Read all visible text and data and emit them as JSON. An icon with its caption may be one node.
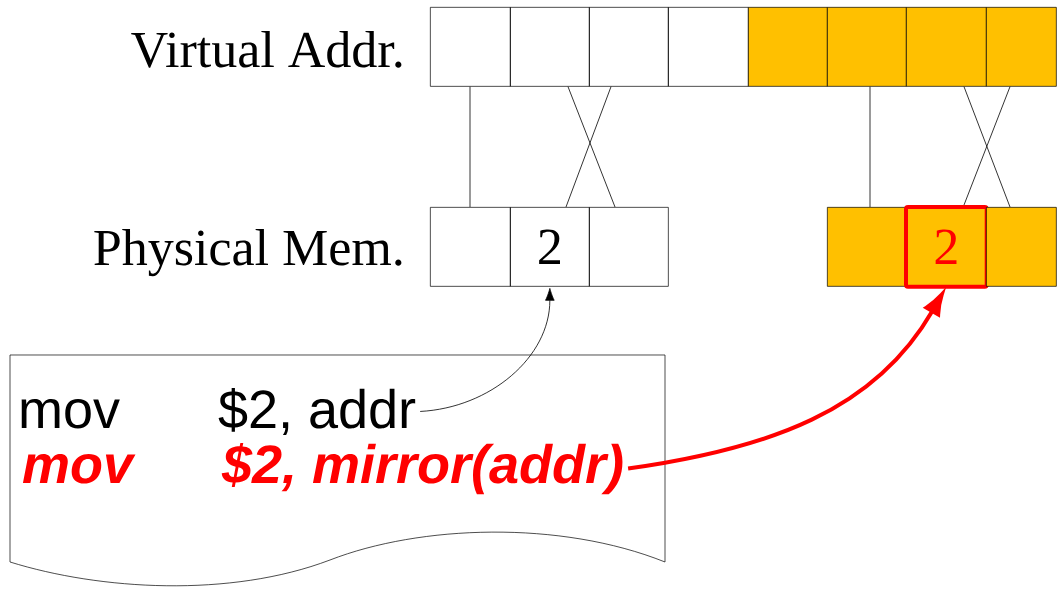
{
  "diagram": {
    "nodes": [
      {
        "text": [],
        "shape": "box"
      },
      {
        "text": [],
        "shape": "box"
      },
      {
        "text": [],
        "shape": "box"
      },
      {
        "text": [],
        "shape": "box"
      },
      {
        "text": [],
        "shape": "box"
      },
      {
        "text": [],
        "shape": "box"
      },
      {
        "text": [],
        "shape": "box"
      },
      {
        "text": [],
        "shape": "box"
      },
      {
        "text": [],
        "shape": "box"
      },
      {
        "text": [
          "2"
        ]
      },
      {
        "text": [],
        "shape": "box"
      },
      {
        "text": [],
        "shape": "box"
      },
      {
        "text": [
          "2"
        ]
      },
      {
        "text": [],
        "shape": "box"
      },
      {
        "text": [],
        "shape": "document"
      },
      {
        "text": [
          "mov",
          "$2, addr"
        ],
        "in": 14
      },
      {
        "text": [
          "mov",
          "$2, mirror(addr)"
        ],
        "in": 14
      }
    ],
    "edges": [
      {
        "from": 0,
        "to": 8,
        "arrow": "none"
      },
      {
        "from": 1,
        "to": 10,
        "arrow": "none"
      },
      {
        "from": 2,
        "to": 9,
        "arrow": "none"
      },
      {
        "from": 5,
        "to": 11,
        "arrow": "none"
      },
      {
        "from": 6,
        "to": 13,
        "arrow": "none"
      },
      {
        "from": 7,
        "to": 12,
        "arrow": "none"
      },
      {
        "from": 15,
        "to": 9,
        "arrow": "to"
      },
      {
        "from": 16,
        "to": 12,
        "arrow": "to",
        "style": "thick",
        "color": "#ff0000"
      }
    ],
    "labels": [
      "Virtual Addr.",
      "Physical Mem."
    ]
  }
}
